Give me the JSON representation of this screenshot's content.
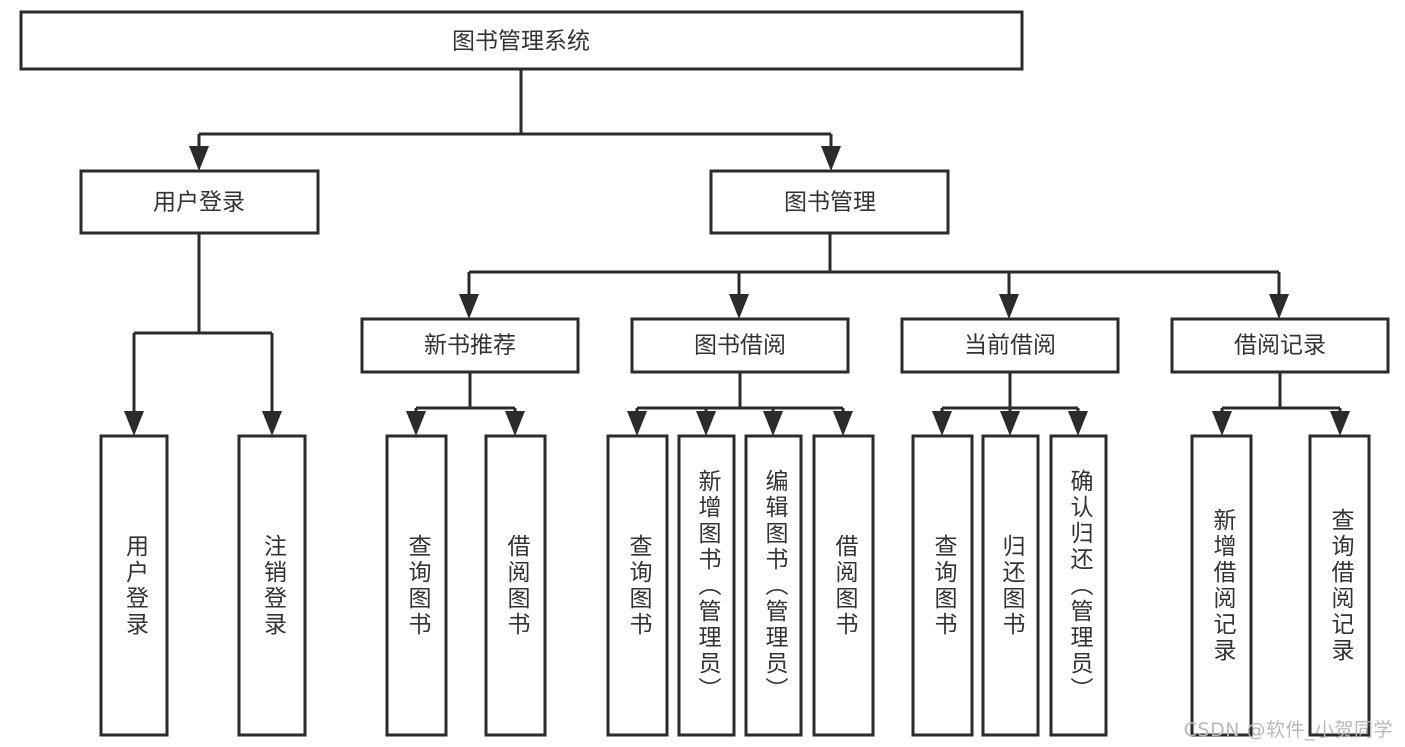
{
  "diagram": {
    "title": "图书管理系统",
    "watermark": "CSDN @软件_小贺同学",
    "type": "tree-hierarchy",
    "levels": 4,
    "nodes": {
      "root": {
        "label": "图书管理系统",
        "level": 1,
        "orientation": "horizontal"
      },
      "l2_0": {
        "label": "用户登录",
        "level": 2,
        "orientation": "horizontal"
      },
      "l2_1": {
        "label": "图书管理",
        "level": 2,
        "orientation": "horizontal"
      },
      "l3_0": {
        "label": "新书推荐",
        "level": 3,
        "orientation": "horizontal"
      },
      "l3_1": {
        "label": "图书借阅",
        "level": 3,
        "orientation": "horizontal"
      },
      "l3_2": {
        "label": "当前借阅",
        "level": 3,
        "orientation": "horizontal"
      },
      "l3_3": {
        "label": "借阅记录",
        "level": 3,
        "orientation": "horizontal"
      },
      "leaf_0": {
        "label": "用户登录",
        "level": 4,
        "orientation": "vertical"
      },
      "leaf_1": {
        "label": "注销登录",
        "level": 4,
        "orientation": "vertical"
      },
      "leaf_2": {
        "label": "查询图书",
        "level": 4,
        "orientation": "vertical"
      },
      "leaf_3": {
        "label": "借阅图书",
        "level": 4,
        "orientation": "vertical"
      },
      "leaf_4": {
        "label": "查询图书",
        "level": 4,
        "orientation": "vertical"
      },
      "leaf_5": {
        "label": "新增图书（管理员）",
        "level": 4,
        "orientation": "vertical"
      },
      "leaf_6": {
        "label": "编辑图书（管理员）",
        "level": 4,
        "orientation": "vertical"
      },
      "leaf_7": {
        "label": "借阅图书",
        "level": 4,
        "orientation": "vertical"
      },
      "leaf_8": {
        "label": "查询图书",
        "level": 4,
        "orientation": "vertical"
      },
      "leaf_9": {
        "label": "归还图书",
        "level": 4,
        "orientation": "vertical"
      },
      "leaf_10": {
        "label": "确认归还（管理员）",
        "level": 4,
        "orientation": "vertical"
      },
      "leaf_11": {
        "label": "新增借阅记录",
        "level": 4,
        "orientation": "vertical"
      },
      "leaf_12": {
        "label": "查询借阅记录",
        "level": 4,
        "orientation": "vertical"
      }
    },
    "edges": [
      {
        "from": "root",
        "to": "l2_0"
      },
      {
        "from": "root",
        "to": "l2_1"
      },
      {
        "from": "l2_0",
        "to": "leaf_0"
      },
      {
        "from": "l2_0",
        "to": "leaf_1"
      },
      {
        "from": "l2_1",
        "to": "l3_0"
      },
      {
        "from": "l2_1",
        "to": "l3_1"
      },
      {
        "from": "l2_1",
        "to": "l3_2"
      },
      {
        "from": "l2_1",
        "to": "l3_3"
      },
      {
        "from": "l3_0",
        "to": "leaf_2"
      },
      {
        "from": "l3_0",
        "to": "leaf_3"
      },
      {
        "from": "l3_1",
        "to": "leaf_4"
      },
      {
        "from": "l3_1",
        "to": "leaf_5"
      },
      {
        "from": "l3_1",
        "to": "leaf_6"
      },
      {
        "from": "l3_1",
        "to": "leaf_7"
      },
      {
        "from": "l3_2",
        "to": "leaf_8"
      },
      {
        "from": "l3_2",
        "to": "leaf_9"
      },
      {
        "from": "l3_2",
        "to": "leaf_10"
      },
      {
        "from": "l3_3",
        "to": "leaf_11"
      },
      {
        "from": "l3_3",
        "to": "leaf_12"
      }
    ],
    "colors": {
      "stroke": "#2b2b2b",
      "fill": "#ffffff",
      "text": "#333333",
      "watermark": "#b9b9b9",
      "background": "#ffffff"
    }
  }
}
